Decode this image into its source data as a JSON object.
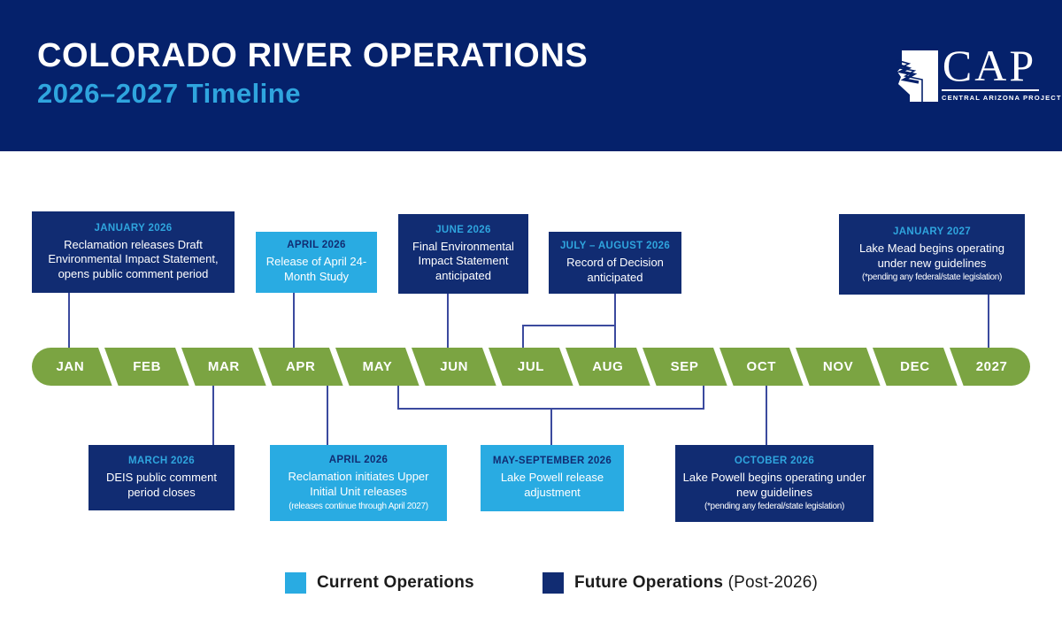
{
  "header": {
    "title": "COLORADO RIVER OPERATIONS",
    "subtitle": "2026–2027 Timeline",
    "logo": {
      "acronym": "CAP",
      "name": "CENTRAL ARIZONA PROJECT"
    }
  },
  "colors": {
    "header_bg": "#05216b",
    "box_navy": "#112c72",
    "box_light_blue": "#29abe2",
    "accent_blue": "#2fa5de",
    "timeline_green": "#7ba442",
    "connector": "#3b4a9e"
  },
  "timeline": {
    "months": [
      "JAN",
      "FEB",
      "MAR",
      "APR",
      "MAY",
      "JUN",
      "JUL",
      "AUG",
      "SEP",
      "OCT",
      "NOV",
      "DEC",
      "2027"
    ]
  },
  "events": {
    "top": [
      {
        "date": "JANUARY 2026",
        "text": "Reclamation releases Draft Environmental Impact Statement, opens public comment period",
        "note": "",
        "category": "future"
      },
      {
        "date": "APRIL 2026",
        "text": "Release of April 24-Month Study",
        "note": "",
        "category": "current"
      },
      {
        "date": "JUNE 2026",
        "text": "Final Environmental Impact Statement anticipated",
        "note": "",
        "category": "future"
      },
      {
        "date": "JULY – AUGUST 2026",
        "text": "Record of Decision anticipated",
        "note": "",
        "category": "future"
      },
      {
        "date": "JANUARY 2027",
        "text": "Lake Mead begins operating under new guidelines",
        "note": "(*pending any federal/state legislation)",
        "category": "future"
      }
    ],
    "bottom": [
      {
        "date": "MARCH 2026",
        "text": "DEIS public comment period closes",
        "note": "",
        "category": "future"
      },
      {
        "date": "APRIL 2026",
        "text": "Reclamation initiates Upper Initial Unit releases",
        "note": "(releases continue through April 2027)",
        "category": "current"
      },
      {
        "date": "MAY-SEPTEMBER 2026",
        "text": "Lake Powell release adjustment",
        "note": "",
        "category": "current"
      },
      {
        "date": "OCTOBER 2026",
        "text": "Lake Powell begins operating under new guidelines",
        "note": "(*pending any federal/state legislation)",
        "category": "future"
      }
    ]
  },
  "legend": {
    "current_label": "Current Operations",
    "future_label_bold": "Future Operations",
    "future_label_normal": " (Post-2026)"
  }
}
